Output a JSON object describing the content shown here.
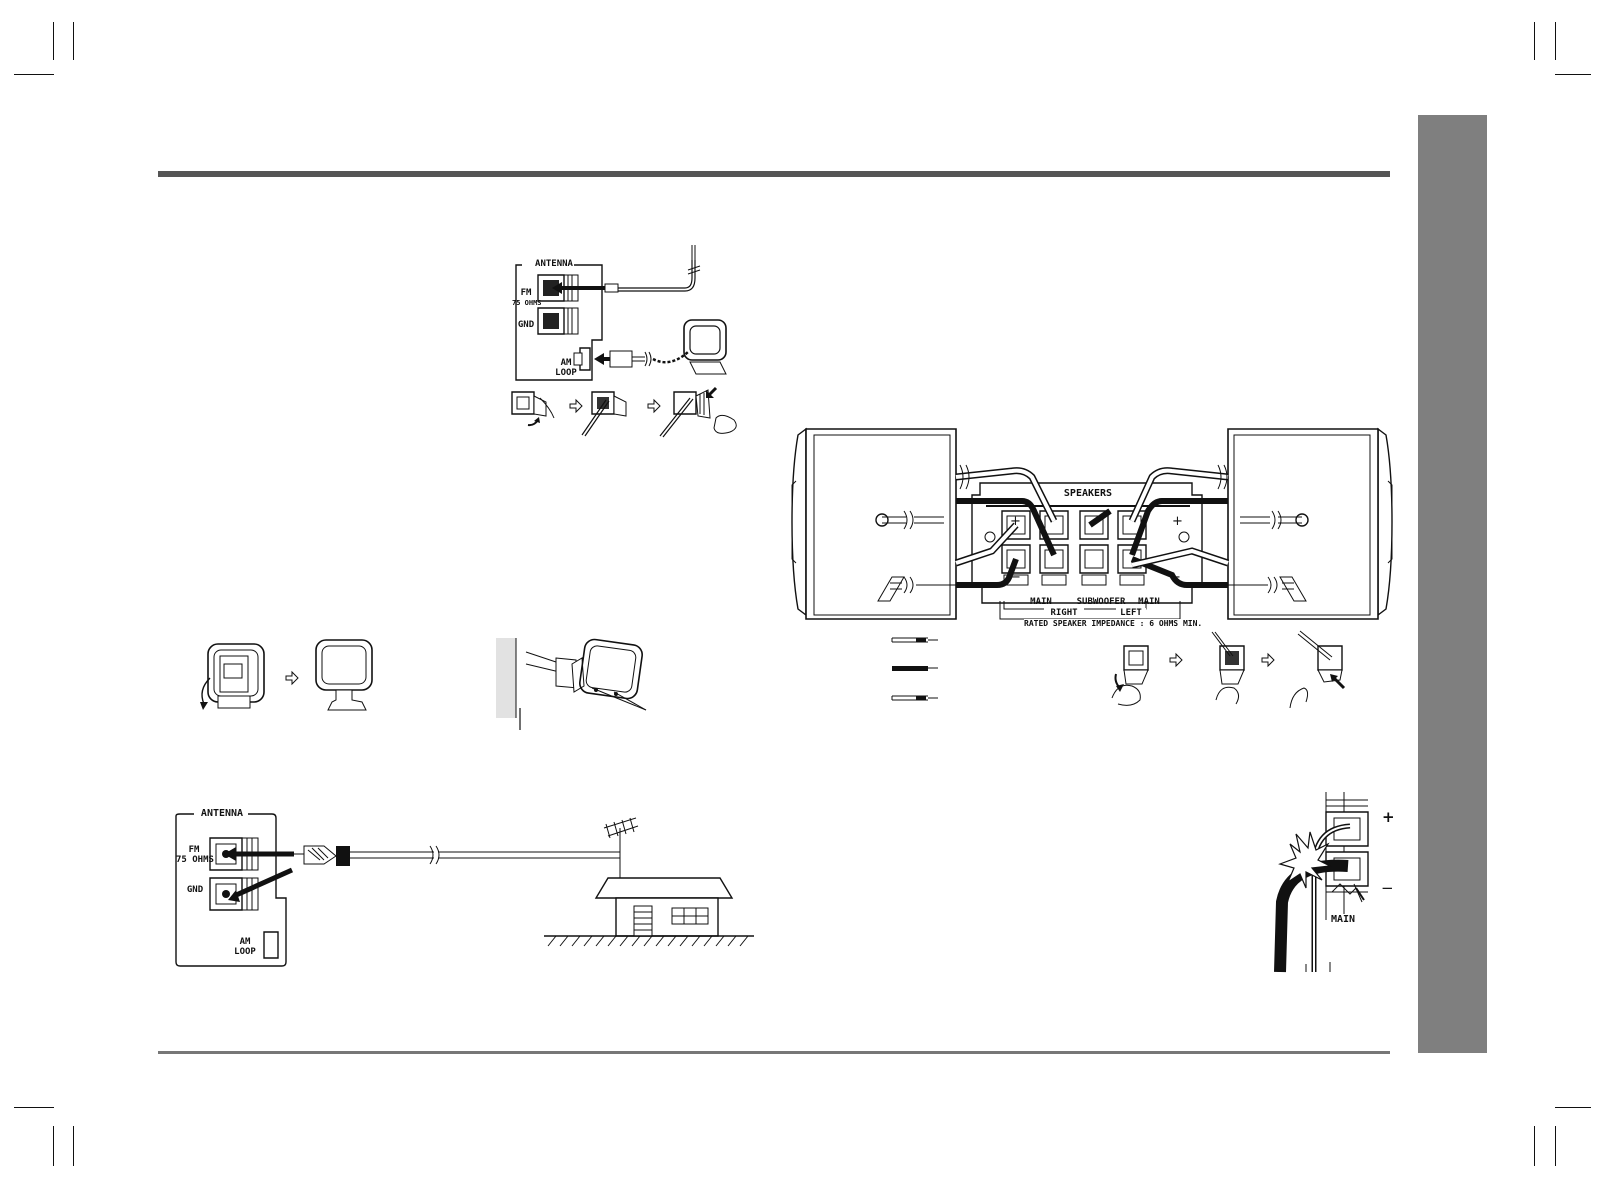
{
  "antenna_panel_top": {
    "antenna": "ANTENNA",
    "fm_line1": "FM",
    "fm_line2": "75 OHMS",
    "gnd": "GND",
    "am_line1": "AM",
    "am_line2": "LOOP"
  },
  "antenna_panel_bottom": {
    "antenna": "ANTENNA",
    "fm_line1": "FM",
    "fm_line2": "75 OHMS",
    "gnd": "GND",
    "am_line1": "AM",
    "am_line2": "LOOP"
  },
  "speaker_panel": {
    "speakers": "SPEAKERS",
    "main_right": "MAIN",
    "subwoofer": "SUBWOOFER",
    "main_left": "MAIN",
    "right": "RIGHT",
    "left": "LEFT",
    "impedance": "RATED SPEAKER IMPEDANCE : 6 OHMS MIN.",
    "plus": "+",
    "minus": "−"
  },
  "detail": {
    "plus": "+",
    "minus": "−",
    "main": "MAIN"
  }
}
